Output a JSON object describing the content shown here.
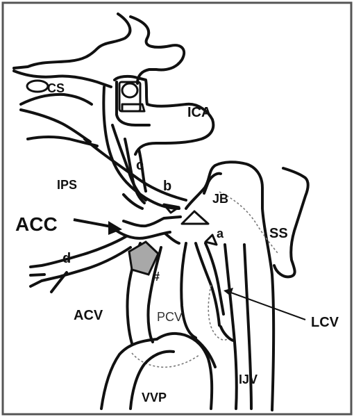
{
  "labels": {
    "cs": "CS",
    "ica": "ICA",
    "c": "c",
    "ips": "IPS",
    "b": "b",
    "jb": "JB",
    "ss": "SS",
    "acc": "ACC",
    "a": "a",
    "d": "d",
    "hash": "#",
    "acv": "ACV",
    "pcv": "PCV",
    "lcv": "LCV",
    "ijv": "IJV",
    "vvp": "VVP"
  },
  "colors": {
    "line": "#111111",
    "shaded_region": "#a8a8a8",
    "dotted": "#777777"
  }
}
